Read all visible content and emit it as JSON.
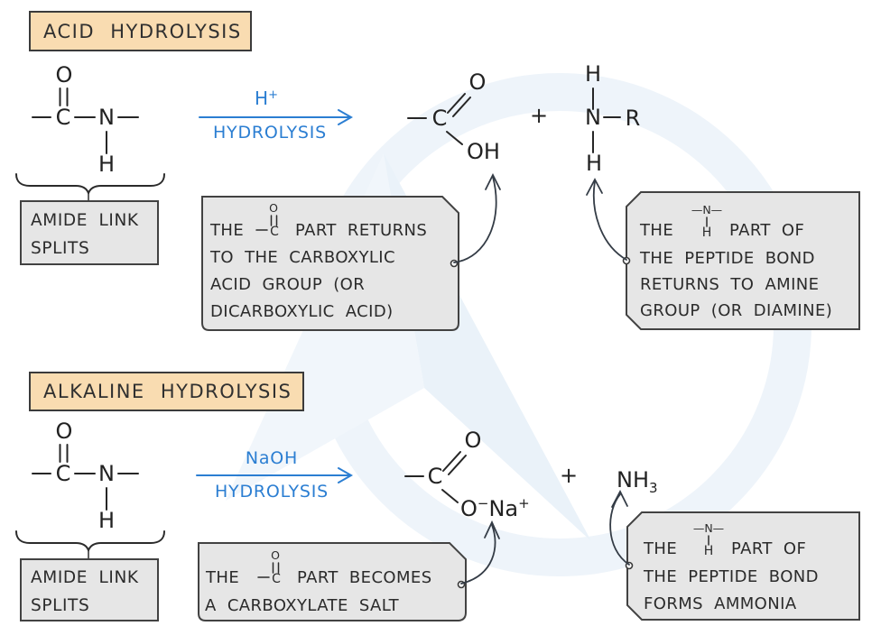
{
  "colors": {
    "background": "#ffffff",
    "title_box_bg": "#f9dcb1",
    "callout_box_bg": "#e6e6e6",
    "outline": "#3b3b3b",
    "ink": "#262626",
    "reaction_blue": "#2b7ed2",
    "watermark_light": "#eef4fa",
    "watermark_mid": "#e4eef7"
  },
  "atoms": {
    "O": "O",
    "C": "C",
    "N": "N",
    "H": "H",
    "R": "R",
    "OH": "OH",
    "Na": "Na",
    "NH": "NH",
    "three": "3",
    "plus": "+",
    "minus": "−",
    "n_bridge": "—N—"
  },
  "acid": {
    "title": "ACID HYDROLYSIS",
    "arrow": {
      "catalyst": "H",
      "catalyst_sup": "+",
      "label": "HYDROLYSIS"
    },
    "amide_note": {
      "line1": "AMIDE LINK",
      "line2": "SPLITS"
    },
    "plus": "+",
    "callout_carboxylic": {
      "pre": "THE",
      "post": "PART RETURNS",
      "line2": "TO THE CARBOXYLIC",
      "line3": "ACID GROUP (OR",
      "line4": "DICARBOXYLIC ACID)"
    },
    "callout_amine": {
      "pre": "THE",
      "post": "PART OF",
      "line2": "THE PEPTIDE BOND",
      "line3": "RETURNS TO AMINE",
      "line4": "GROUP (OR DIAMINE)"
    }
  },
  "alkaline": {
    "title": "ALKALINE HYDROLYSIS",
    "arrow": {
      "catalyst": "NaOH",
      "label": "HYDROLYSIS"
    },
    "amide_note": {
      "line1": "AMIDE LINK",
      "line2": "SPLITS"
    },
    "plus": "+",
    "callout_carboxylate": {
      "pre": "THE",
      "post": "PART BECOMES",
      "line2": "A CARBOXYLATE SALT"
    },
    "callout_ammonia": {
      "pre": "THE",
      "post": "PART OF",
      "line2": "THE PEPTIDE BOND",
      "line3": "FORMS AMMONIA"
    }
  }
}
